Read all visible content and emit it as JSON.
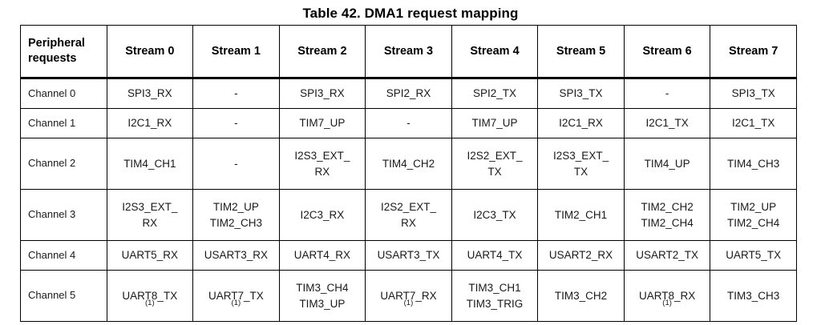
{
  "title": "Table 42. DMA1 request mapping",
  "table": {
    "columns": [
      "Peripheral requests",
      "Stream 0",
      "Stream 1",
      "Stream 2",
      "Stream 3",
      "Stream 4",
      "Stream 5",
      "Stream 6",
      "Stream 7"
    ],
    "column_first_line1": "Peripheral",
    "column_first_line2": "requests",
    "footnote_marker": "(1)",
    "rows": [
      {
        "channel": "Channel 0",
        "height": "short",
        "cells": [
          [
            "SPI3_RX"
          ],
          [
            "-"
          ],
          [
            "SPI3_RX"
          ],
          [
            "SPI2_RX"
          ],
          [
            "SPI2_TX"
          ],
          [
            "SPI3_TX"
          ],
          [
            "-"
          ],
          [
            "SPI3_TX"
          ]
        ]
      },
      {
        "channel": "Channel 1",
        "height": "short",
        "cells": [
          [
            "I2C1_RX"
          ],
          [
            "-"
          ],
          [
            "TIM7_UP"
          ],
          [
            "-"
          ],
          [
            "TIM7_UP"
          ],
          [
            "I2C1_RX"
          ],
          [
            "I2C1_TX"
          ],
          [
            "I2C1_TX"
          ]
        ]
      },
      {
        "channel": "Channel 2",
        "height": "tall",
        "cells": [
          [
            "TIM4_CH1"
          ],
          [
            "-"
          ],
          [
            "I2S3_EXT_",
            "RX"
          ],
          [
            "TIM4_CH2"
          ],
          [
            "I2S2_EXT_",
            "TX"
          ],
          [
            "I2S3_EXT_",
            "TX"
          ],
          [
            "TIM4_UP"
          ],
          [
            "TIM4_CH3"
          ]
        ]
      },
      {
        "channel": "Channel 3",
        "height": "tall",
        "cells": [
          [
            "I2S3_EXT_",
            "RX"
          ],
          [
            "TIM2_UP",
            "TIM2_CH3"
          ],
          [
            "I2C3_RX"
          ],
          [
            "I2S2_EXT_",
            "RX"
          ],
          [
            "I2C3_TX"
          ],
          [
            "TIM2_CH1"
          ],
          [
            "TIM2_CH2",
            "TIM2_CH4"
          ],
          [
            "TIM2_UP",
            "TIM2_CH4"
          ]
        ]
      },
      {
        "channel": "Channel 4",
        "height": "short",
        "cells": [
          [
            "UART5_RX"
          ],
          [
            "USART3_RX"
          ],
          [
            "UART4_RX"
          ],
          [
            "USART3_TX"
          ],
          [
            "UART4_TX"
          ],
          [
            "USART2_RX"
          ],
          [
            "USART2_TX"
          ],
          [
            "UART5_TX"
          ]
        ]
      },
      {
        "channel": "Channel 5",
        "height": "tall",
        "cells": [
          [
            "UART8_TX(1)"
          ],
          [
            "UART7_TX(1)"
          ],
          [
            "TIM3_CH4",
            "TIM3_UP"
          ],
          [
            "UART7_RX(1)"
          ],
          [
            "TIM3_CH1",
            "TIM3_TRIG"
          ],
          [
            "TIM3_CH2"
          ],
          [
            "UART8_RX(1)"
          ],
          [
            "TIM3_CH3"
          ]
        ]
      }
    ]
  },
  "colors": {
    "text": "#1a1a1a",
    "heading": "#000000",
    "border": "#000000",
    "background": "#ffffff"
  }
}
